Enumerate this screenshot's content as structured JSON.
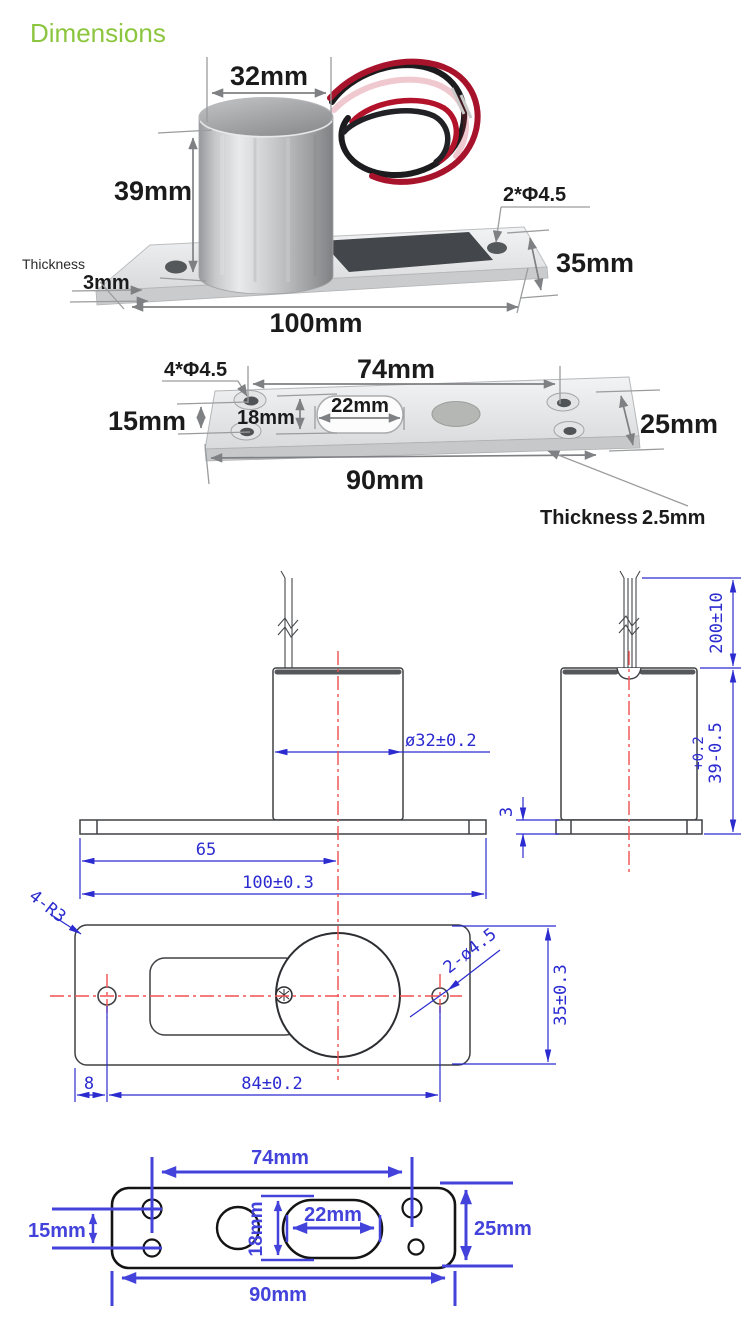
{
  "title": "Dimensions",
  "colors": {
    "accent_green": "#8CC63F",
    "cad_blue": "#2B2BD0",
    "diagram_blue": "#4343DC",
    "centerline_red": "#F05050",
    "photo_text": "#1B1B1B"
  },
  "photo_side_view": {
    "cylinder_diameter": "32mm",
    "cylinder_height": "39mm",
    "mount_holes": "2*Φ4.5",
    "plate_width": "35mm",
    "thickness_label": "Thickness",
    "thickness_value": "3mm",
    "plate_length": "100mm"
  },
  "photo_strike_plate": {
    "mount_holes": "4*Φ4.5",
    "hole_span": "74mm",
    "slot_length": "22mm",
    "slot_width": "18mm",
    "hole_pitch": "15mm",
    "plate_width": "25mm",
    "plate_length": "90mm",
    "thickness_label": "Thickness",
    "thickness_value": "2.5mm"
  },
  "cad_views": {
    "wire_length": "200±10",
    "body_diameter": "ø32±0.2",
    "body_height_tolerance": "+0.2",
    "body_height": "39-0.5",
    "bolt_offset": "65",
    "plate_length": "100±0.3",
    "plate_thickness": "3"
  },
  "cad_top_view": {
    "corner_radius": "4-R3",
    "mount_holes": "2-ø4.5",
    "plate_width": "35±0.3",
    "edge_to_hole": "8",
    "hole_span": "84±0.2"
  },
  "strike_plate_diagram": {
    "hole_span": "74mm",
    "hole_pitch": "15mm",
    "slot_width": "18mm",
    "slot_length": "22mm",
    "plate_width": "25mm",
    "plate_length": "90mm"
  }
}
